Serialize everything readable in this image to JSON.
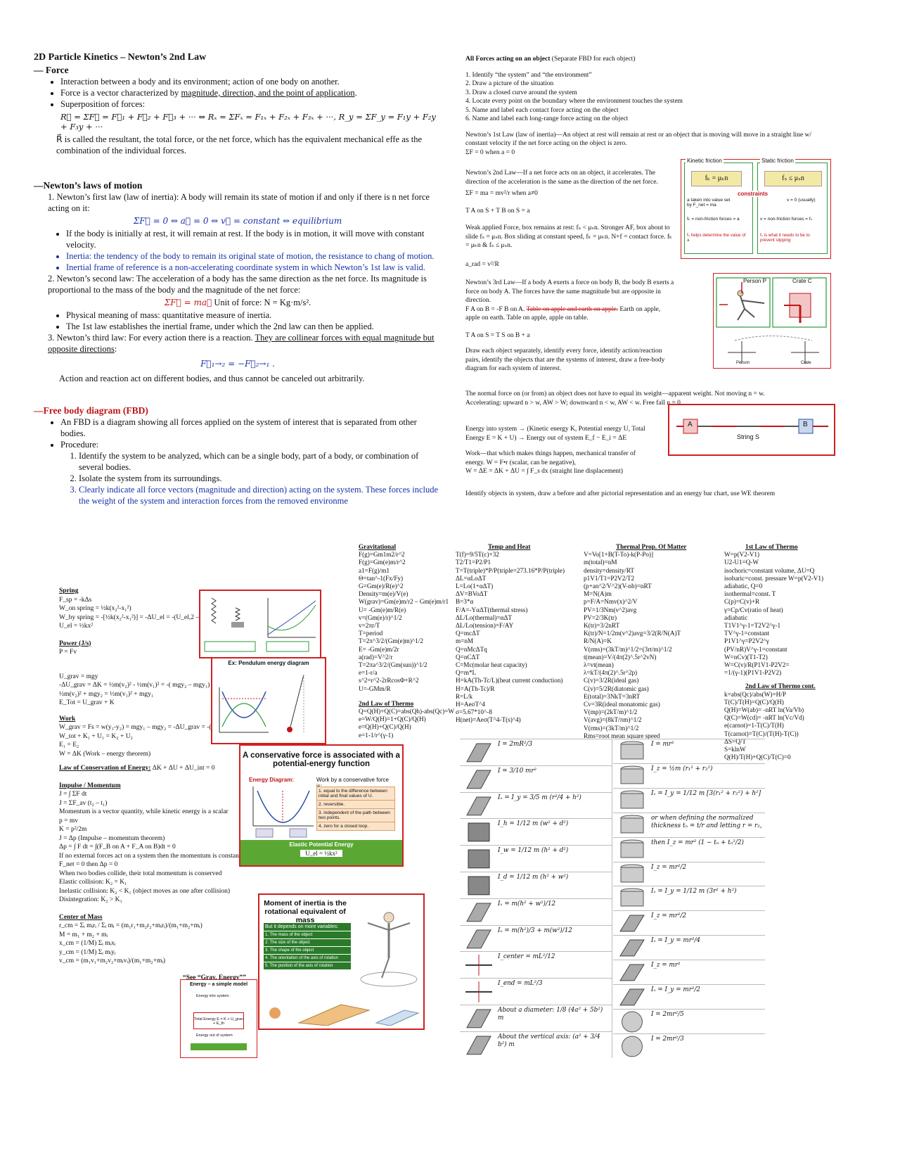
{
  "top_left": {
    "title": "2D Particle Kinetics – Newton’s 2nd Law",
    "force_heading": "Force",
    "force_bullets": [
      "Interaction between a body and its environment; action of one body on another.",
      "Force is a vector characterized by ",
      "magnitude, direction, and the point of application",
      "Superposition of forces:"
    ],
    "superposition_eq": "R⃗ = ΣF⃗ = F⃗₁ + F⃗₂ + F⃗₃ + ··· ⇔ Rₓ = ΣFₓ = F₁ₓ + F₂ₓ + F₃ₓ + ···,  R_y = ΣF_y = F₁y + F₂y + F₃y + ···",
    "resultant_text": "R⃗ is called the resultant, the total force, or the net force, which has the equivalent mechanical effe as the combination of the individual forces.",
    "laws_heading": "Newton’s laws of motion",
    "law1": "1. Newton’s first law (law of inertia): A body will remain its state of motion if and only if there is n net force acting on it:",
    "law1_eq": "ΣF⃗ = 0 ⇔ a⃗ = 0 ⇔ v⃗ = constant ⇔ equilibrium",
    "law1_b1": "If the body is initially at rest, it will remain at rest. If the body is in motion, it will move with constant velocity.",
    "law1_b2": "Inertia: the tendency of the body to remain its original state of motion, the resistance to chang of motion.",
    "law1_b3": "Inertial frame of reference is a non-accelerating coordinate system in which Newton’s 1st law is valid.",
    "law2": "2. Newton’s second law: The acceleration of a body has the same direction as the net force. Its magnitude is proportional to the mass of the body and the magnitude of the net force:",
    "law2_eq": "ΣF⃗ = ma⃗",
    "law2_unit": "Unit of force: N = Kg·m/s².",
    "law2_b1": "Physical meaning of mass: quantitative measure of inertia.",
    "law2_b2": "The 1st law establishes the inertial frame, under which the 2nd law can then be applied.",
    "law3_a": "3. Newton’s third law: For every action there is a reaction. ",
    "law3_b": "They are collinear forces with equal magnitude but opposite directions",
    "law3_eq": "F⃗₁→₂ = −F⃗₂→₁ .",
    "law3_text": "Action and reaction act on different bodies, and thus cannot be canceled out arbitrarily.",
    "fbd_heading": "Free body diagram (FBD)",
    "fbd_b1": "An FBD is a diagram showing all forces applied on the system of interest that is separated from other bodies.",
    "fbd_b2": "Procedure:",
    "fbd_steps": [
      "Identify the system to be analyzed, which can be a single body, part of a body, or combination of several bodies.",
      "Isolate the system from its surroundings.",
      "Clearly indicate all force vectors (magnitude and direction) acting on the system. These forces include the weight of the system and interaction forces from the removed environme"
    ]
  },
  "top_right": {
    "heading": "All Forces acting on an object",
    "heading_note": "(Separate FBD for each object)",
    "steps": [
      "1. Identify “the system” and “the environment”",
      "2. Draw a picture of the situation",
      "3. Draw a closed curve around the system",
      "4. Locate every point on the boundary where the environment touches the system",
      "5. Name and label each contact force acting on the object",
      "6. Name and label each long-range force acting on the object"
    ],
    "first_law": "Newton’s 1st Law (law of inertia)—An object at rest will remain at rest or an object that is moving will move in a straight line w/ constant velocity if the net force acting on the object is zero.",
    "first_law_eq": "ΣF = 0 when a = 0",
    "second_law": "Newton’s 2nd Law—If a net force acts on an object, it accelerates. The direction of the acceleration is the same as the direction of the net force.",
    "second_law_eq": "ΣF = ma = mv²/r when a≠0",
    "tension_eq": "T A on S + T B on S = a",
    "friction_text": "Weak applied Force, box remains at rest: fₛ < μₛn. Stronger AF, box about to slide fₛ = μₛn. Box sliding at constant speed, fₖ = μₖn. N+f = contact force. fₖ = μₖn & fₛ ≤ μₛn.",
    "arad_eq": "a_rad = v²/R",
    "third_law": "Newton’s 3rd Law—If a body A exerts a force on body B, the body B exerts a force on body A. The forces have the same magnitude but are opposite in direction.",
    "third_law_eq": "F A on B = -F B on A. ",
    "third_law_strike": "Table on apple and earth on apple.",
    "third_law_rest": " Earth on apple, apple on earth. Table on apple, apple on table.",
    "tension2": "T A on S = T S on B + a",
    "draw_text": "Draw each object separately, identify every force, identify action/reaction pairs, identify the objects that are the systems of interest, draw a free-body diagram for each system of interest.",
    "normal_text": "The normal force on (or from) an object does not have to equal its weight—apparent weight. Not moving n = w. Accelerating: upward n > w, AW > W; downward n < w, AW < w. Free fall n = 0",
    "energy_text": "Energy into system → (Kinetic energy K, Potential energy U, Total Energy E = K + U) → Energy out of system E_f − E_i = ΔE",
    "work_text": "Work—that which makes things happen, mechanical transfer of energy. W = F•r (scalar, can be negative),",
    "work_eq": "W = ΔE = ΔK + ΔU = ∫ F_s dx (straight line displacement)",
    "identify_text": "Identify objects in system, draw a before and after pictorial representation and an energy bar chart, use WE theorem",
    "friction_box": {
      "kinetic_label": "Kinetic friction",
      "static_label": "Static friction",
      "fk": "fₖ = μₖn",
      "fs": "fₛ ≤ μₛn",
      "constraints": "constraints",
      "note_a": "a taken into value set by F_net = ma",
      "note_b": "v = 0 (usually)",
      "note_c": "fₖ = non-friction forces = a",
      "note_d": "v = non-friction forces = fₛ",
      "note_e": "fₛ helps determine the value of a",
      "note_f": "fₛ is what it needs to be to prevent slipping"
    },
    "person_crate": {
      "person": "Person P",
      "crate": "Crate C",
      "person_foot": "Person",
      "crate_foot": "Crate"
    },
    "string_box": {
      "a": "A",
      "b": "B",
      "string": "String S"
    }
  },
  "middle": {
    "grav": {
      "head": "Gravitational",
      "lines": [
        "F(g)=Gm1m2/r^2",
        "F(g)=Gm(e)m/r^2",
        "a1=F(g)/m1",
        "Θ=tan^-1(Fx/Fy)",
        "G=Gm(e)/R(e)^2",
        "Density=m(e)/V(e)",
        "W(grav)=Gm(e)m/r2 – Gm(e)m/r1",
        "U= -Gm(e)m/R(e)",
        "v=(Gm(e)/r)^1/2",
        "v=2πr/T",
        "T=period",
        "T=2π^3/2/(Gm(e)m)^1/2",
        "E= -Gm(e)m/2r",
        "a(rad)=V^2/r",
        "T=2πa^3/2/(Gm(sun))^1/2",
        "e=1-r/a",
        "s^2=r^2-2rRcosΦ+R^2",
        "U=-GMm/R"
      ],
      "law2_head": "2nd Law of Thermo",
      "law2_lines": [
        "Q=Q(H)+Q(C)=abs(Qh)-abs(Qc)=W",
        "e=W/Q(H)=1+Q(C)/Q(H)",
        "e=Q(H)+Q(C)/Q(H)",
        "e=1-1/r^(γ-1)"
      ]
    },
    "temp": {
      "head": "Temp and Heat",
      "lines": [
        "T(f)=9/5T(c)+32",
        "T2/T1=P2/P1",
        "T=T(triple)*P/P(triple=273.16*P/P(triple)",
        "ΔL=αLoΔT",
        "L=Lo(1+αΔT)",
        "ΔV=BVoΔT",
        "B=3*α",
        "F/A=-YαΔT(thermal stress)",
        "ΔL/Lo(thermal)=αΔT",
        "ΔL/Lo(tension)=F/AY",
        "Q=mcΔT",
        "m=nM",
        "Q=nMcΔTq",
        "Q=nCΔT",
        "C=Mc(molar heat capacity)",
        "Q=m*L",
        "H=kA(Th-Tc/L)(heat current conduction)",
        "H=A(Th-Tc)/R",
        "R=L/k",
        "H=AeσT^4",
        "σ=5.67*10^-8",
        "H(net)=Aeσ(T^4-T(s)^4)"
      ]
    },
    "thermal": {
      "head": "Thermal Prop. Of Matter",
      "lines": [
        "V=Vo[1+B(T-To)-k(P-Po)]",
        "m(total)=nM",
        "density=density/RT",
        "p1V1/T1=P2V2/T2",
        "(p+an^2/V^2)(V-nb)=nRT",
        "M=N(A)m",
        "p=F/A=Nmv(x)^2/V",
        "PV=1/3Nm(v^2)avg",
        "PV=2/3K(tr)",
        "K(tr)=3/2nRT",
        "K(tr)/N=1/2m(v^2)avg=3/2(R/N(A)T",
        "R/N(A)=K",
        "V(rms)=(3kT/m)^1/2=(3rt/m)^1/2",
        "t(mean)=V/(4π(2)^.5r^2vN)",
        "λ=vt(mean)",
        "λ=kT/(4π(2)^.5r^2p)",
        "C(v)=3/2R(ideal gas)",
        "C(v)=5/2R(diatomic gas)",
        "E(total)=3NkT=3nRT",
        "Cv=3R(ideal monatomic gas)",
        "V(mp)=(2kT/m)^1/2",
        "V(avg)=(8kT/πm)^1/2",
        "V(rms)=(3kT/m)^1/2",
        "Rms=root mean square speed"
      ]
    },
    "law1": {
      "head": "1st Law of Thermo",
      "lines": [
        "W=p(V2-V1)",
        "U2-U1=Q-W",
        "isochoric=constant volume, ΔU=Q",
        "isobaric=const. pressure W=p(V2-V1)",
        "adiabatic, Q=0",
        "isothermal=const. T",
        "C(p)=C(v)+R",
        "γ=Cp/Cv(ratio of heat)",
        "adiabatic",
        "T1V1^γ-1=T2V2^γ-1",
        "TV^γ-1=constant",
        "P1V1^γ=P2V2^γ",
        "(PV/nR)V^γ-1=constant",
        "W=nCv)(T1-T2)",
        "W=C(v)/R(P1V1-P2V2=",
        "=1/(γ-1)(P1V1-P2V2)"
      ],
      "law2_head": "2nd Law of Thermo cont.",
      "law2_lines": [
        "k=abs(Qc)/abs(W)=H/P",
        "T(C)/T(H)=Q(C)/Q(H)",
        "Q(H)=W(ab)= -nRT ln(Va/Vb)",
        "Q(C)=W(cd)= -nRT ln(Vc/Vd)",
        "e(carnot)=1-T(C)/T(H)",
        "T(carnot)=T(C)/(T(H)-T(C))",
        "ΔS=Q/T",
        "S=klnW",
        "Q(H)/T(H)+Q(C)/T(C)=0"
      ]
    }
  },
  "bottom_left": {
    "spring_head": "Spring",
    "spring_lines": [
      "F_sp = -kΔs",
      "W_on spring = ½k(x₂²-x₁²)",
      "W_by spring = -[½k(x₂²-x₁²)] = -ΔU_el = -(U_el,2 – U_el,1)",
      "U_el = ½kx²"
    ],
    "power_head": "Power (J/s)",
    "power_line": "P = Fv",
    "grav_lines": [
      "U_grav = mgy",
      "-ΔU_grav = ΔK = ½m(v₂)² - ½m(v₁)² = -( mgy₂ – mgy₁)",
      "½m(v₂)² + mgy₂ = ½m(v₁)² + mgy₁",
      "E_Tot = U_grav + K"
    ],
    "work_head": "Work",
    "work_lines": [
      "W_grav = Fs = w(y₁-y₂) = mgy₁ – mgy₂ = -ΔU_grav = -(U_grav,2 – U_grav,1)",
      "W_tot + K₁ + U₁ = K₂ + U₂",
      "E₁  =  E₂",
      "W = ΔK (Work – energy theorem)"
    ],
    "cons_head": "Law of Conservation of Energy:",
    "cons_eq": "ΔK + ΔU + ΔU_int = 0",
    "imp_head": "Impulse / Momentum",
    "imp_lines": [
      "J = ∫ ΣF dt",
      "J = ΣF_av (t₂ – t₁)",
      "Momentum is a vector quantity, while kinetic energy is a scalar",
      "p = mv",
      "K = p²/2m",
      "J = Δp (Impulse – momentum theorem)",
      "Δp = ∫ F dt = ∫(F_B on A + F_A on B)dt = 0",
      "If no external forces act on a system then the momentum is constant",
      "F_net = 0 then Δp = 0",
      "When two bodies collide, their total momentum is conserved",
      "Elastic collision: K₂ = K₁",
      "Inelastic collision: K₂ < K₁ (object moves as one after collision)",
      "Disintegration: K₂ > K₁"
    ],
    "com_head": "Center of Mass",
    "com_lines": [
      "r_cm = Σᵢ mᵢrᵢ / Σᵢ mᵢ = (m₁r₁+m₂r₂+mᵢrᵢ)/(m₁+m₂+mᵢ)",
      "M = m₁ + m₂ + mᵢ",
      "x_cm = (1/M) Σᵢ mᵢxᵢ",
      "y_cm = (1/M) Σᵢ mᵢyᵢ",
      "v_cm = (m₁v₁+m₂v₂+mᵢvᵢ)/(m₁+m₂+mᵢ)"
    ],
    "see_grav": "“See “Grav. Energy””",
    "pendulum_title": "Ex: Pendulum energy diagram",
    "cons_force_title": "A conservative force is associated with a potential-energy function",
    "energy_diagram": "Energy Diagram:",
    "work_by_cons": "Work by a conservative force is:",
    "cons_items": [
      "equal to the difference between initial and final values of U.",
      "reversible.",
      "independent of the path between two points.",
      "zero for a closed loop."
    ],
    "elastic_pe": "Elastic Potential Energy",
    "elastic_eq": "U_el = ½kx²",
    "moi_title": "Moment of inertia is the rotational equivalent of mass",
    "moi_depends": "But it depends on more variables:",
    "moi_items": [
      "The mass of the object",
      "The size of the object",
      "The shape of the object",
      "The orientation of the axis of rotation",
      "The position of the axis of rotation"
    ],
    "energy_model": "Energy – a simple model",
    "energy_into": "Energy into system",
    "total_energy": "Total Energy E = K + U_grav + E_th",
    "energy_out": "Energy out of system"
  },
  "inertia": {
    "left": [
      "I = 2mR²/3",
      "I = 3/10 mr²",
      "Iₓ = I_y = 3/5 m (r²/4 + h²)",
      "I_h = 1/12 m (w² + d²)",
      "I_w = 1/12 m (h² + d²)",
      "I_d = 1/12 m (h² + w²)",
      "Iₓ = m(h² + w²)/12",
      "Iₓ = m(h²)/3 + m(w²)/12",
      "I_center = mL²/12",
      "I_end = mL²/3",
      "About a diameter: 1/8 (4a² + 5b²) m",
      "About the vertical axis: (a² + 3/4 b²) m"
    ],
    "right": [
      "I = mr²",
      "I_z = ½m (r₁² + r₂²)",
      "Iₓ = I_y = 1/12 m [3(r₁² + r₂²) + h²]",
      "or when defining the normalized thickness tₙ = t/r and letting r = r₂,",
      "then I_z = mr² (1 − tₙ + tₙ²/2)",
      "I_z = mr²/2",
      "Iₓ = I_y = 1/12 m (3r² + h²)",
      "I_z = mr²/2",
      "Iₓ = I_y = mr²/4",
      "I_z = mr²",
      "Iₓ = I_y = mr²/2",
      "I = 2mr²/5",
      "I = 2mr²/3"
    ]
  }
}
